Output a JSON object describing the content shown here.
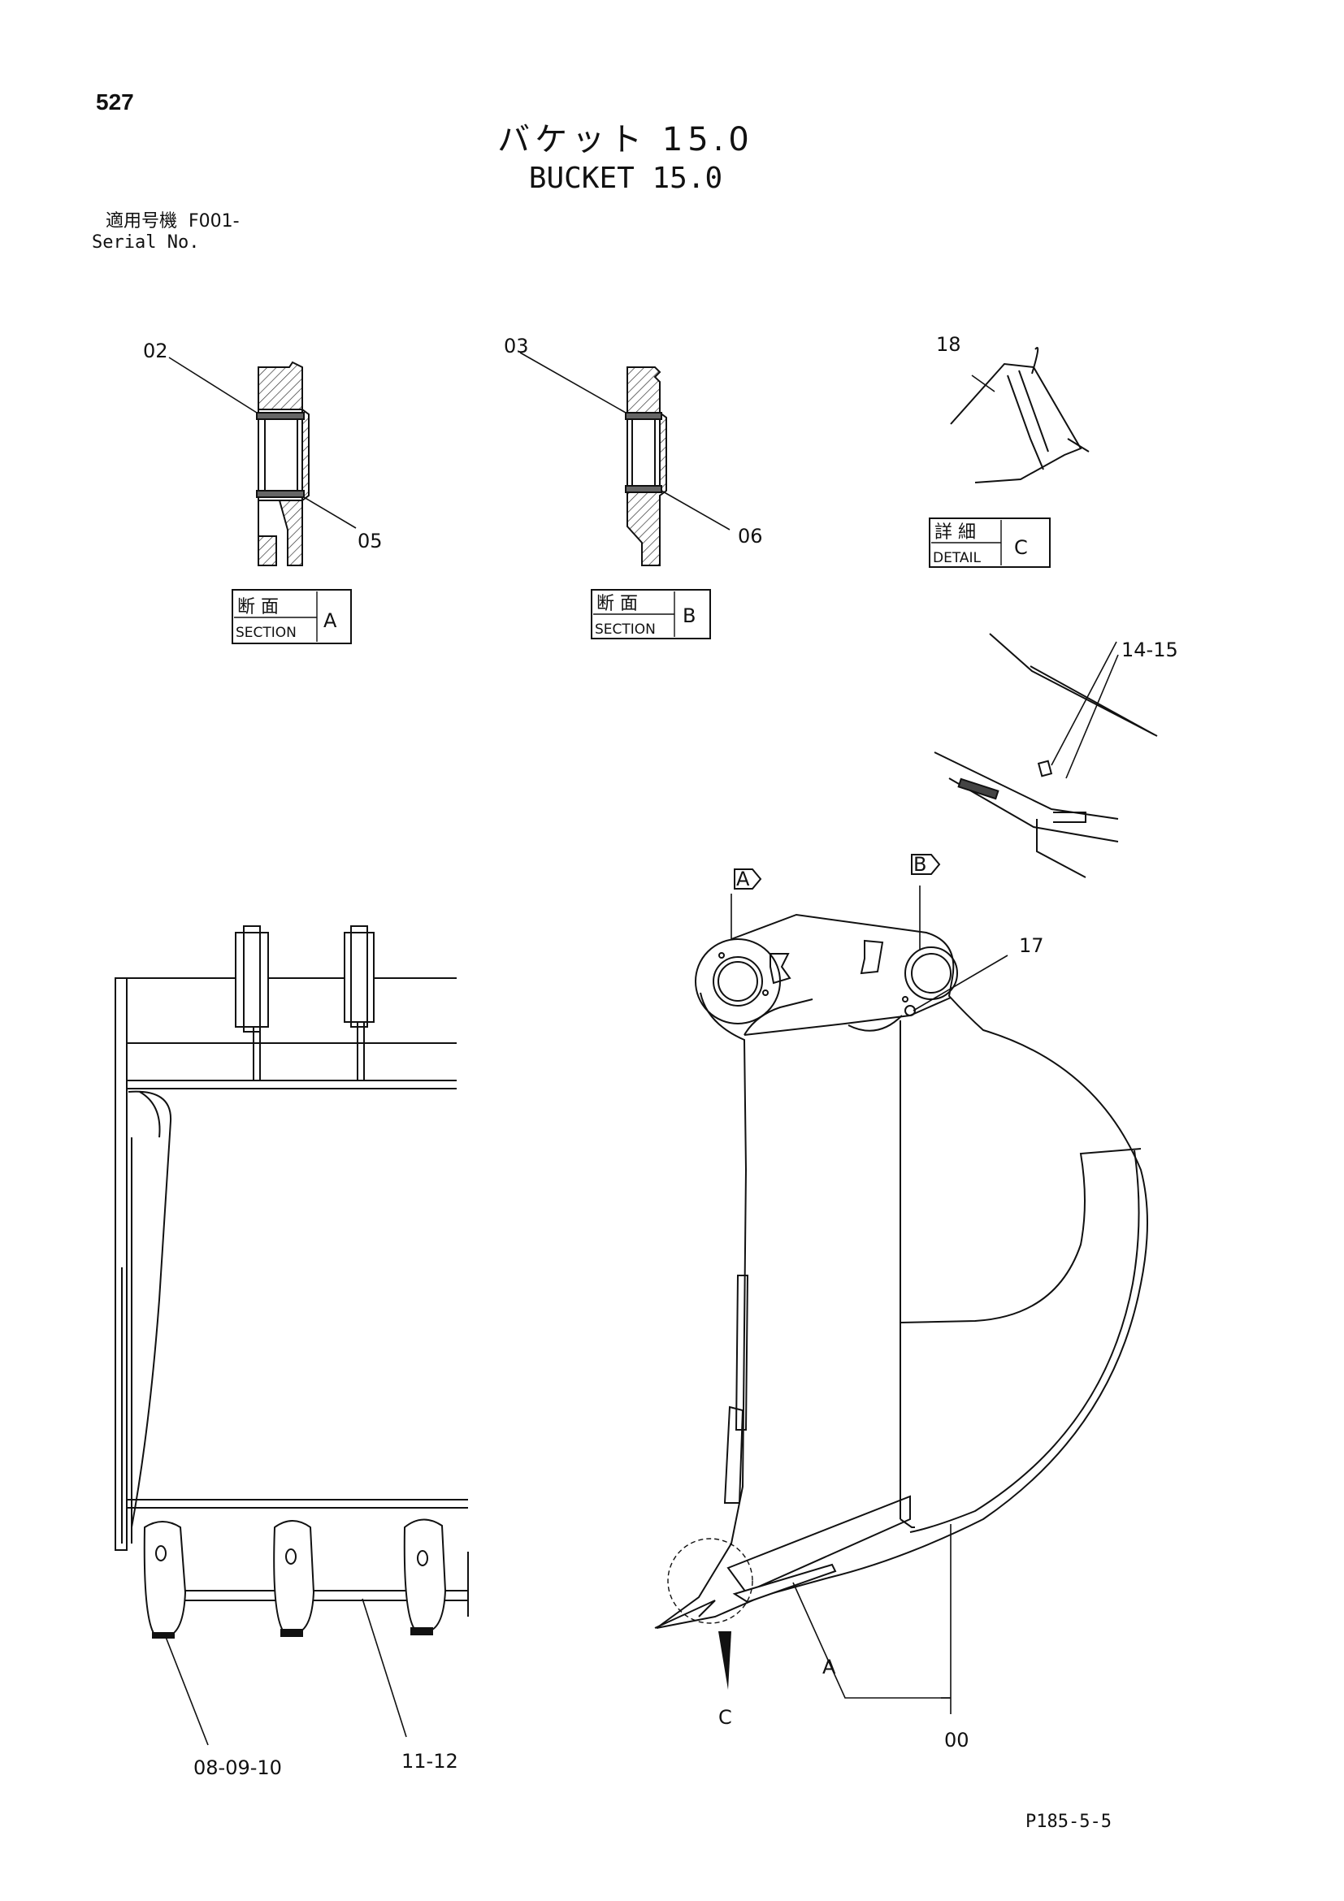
{
  "page_number": "527",
  "title_jp": "バケット 15.0",
  "title_en": "BUCKET 15.0",
  "serial": {
    "label_jp": "適用号機",
    "value": "F001-",
    "label_en": "Serial No."
  },
  "views": {
    "section_a": {
      "jp": "断 面",
      "en": "SECTION",
      "letter": "A"
    },
    "section_b": {
      "jp": "断 面",
      "en": "SECTION",
      "letter": "B"
    },
    "detail_c": {
      "jp": "詳 細",
      "en": "DETAIL",
      "letter": "C"
    }
  },
  "callouts": {
    "c02": "02",
    "c05": "05",
    "c03": "03",
    "c06": "06",
    "c18": "18",
    "c14_15": "14-15",
    "c17": "17",
    "c08_09_10": "08-09-10",
    "c11_12": "11-12",
    "c00": "00",
    "arrow_a": "A",
    "arrow_c": "C",
    "flag_a": "A",
    "flag_b": "B"
  },
  "page_ref": "P185-5-5"
}
